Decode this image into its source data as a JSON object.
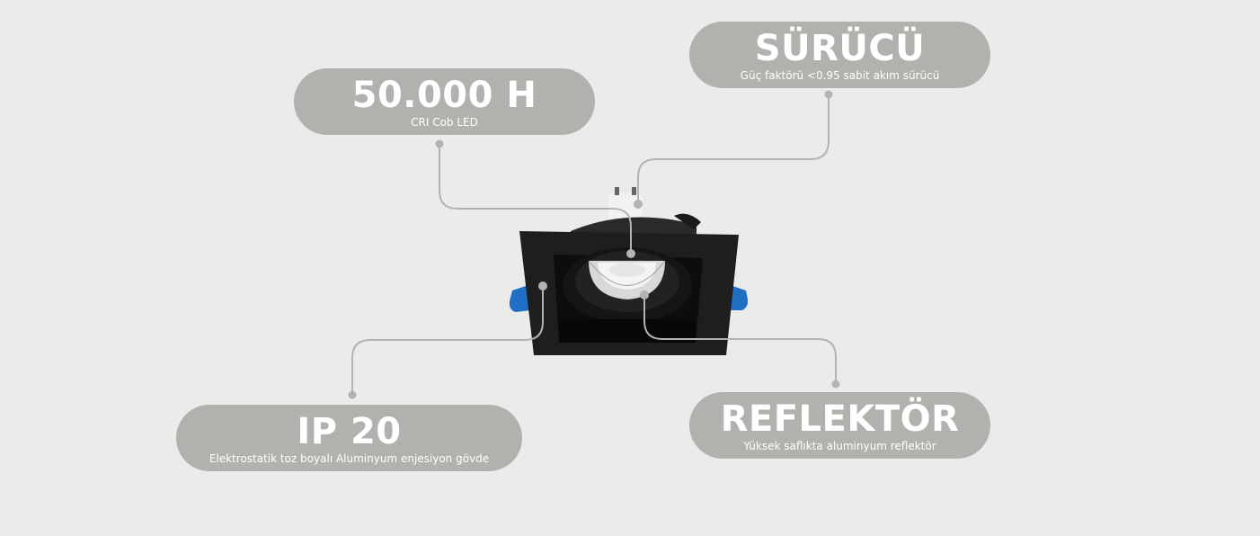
{
  "colors": {
    "background": "#ebebeb",
    "pill": "#b3b1ad",
    "pill_text": "#ffffff",
    "connector": "#b5b3b0",
    "product_body": "#1c1c1c",
    "clip_blue": "#1f6fc4"
  },
  "product": {
    "name": "square-recessed-downlight-icon"
  },
  "callouts": [
    {
      "id": "driver",
      "title": "SÜRÜCÜ",
      "subtitle": "Güç faktörü <0.95 sabit akım sürücü"
    },
    {
      "id": "lifetime",
      "title": "50.000 H",
      "subtitle": "CRI Cob LED"
    },
    {
      "id": "ip",
      "title": "IP 20",
      "subtitle": "Elektrostatik toz boyalı Aluminyum enjesiyon gövde"
    },
    {
      "id": "reflector",
      "title": "REFLEKTÖR",
      "subtitle": "Yüksek saflıkta aluminyum reflektör"
    }
  ]
}
